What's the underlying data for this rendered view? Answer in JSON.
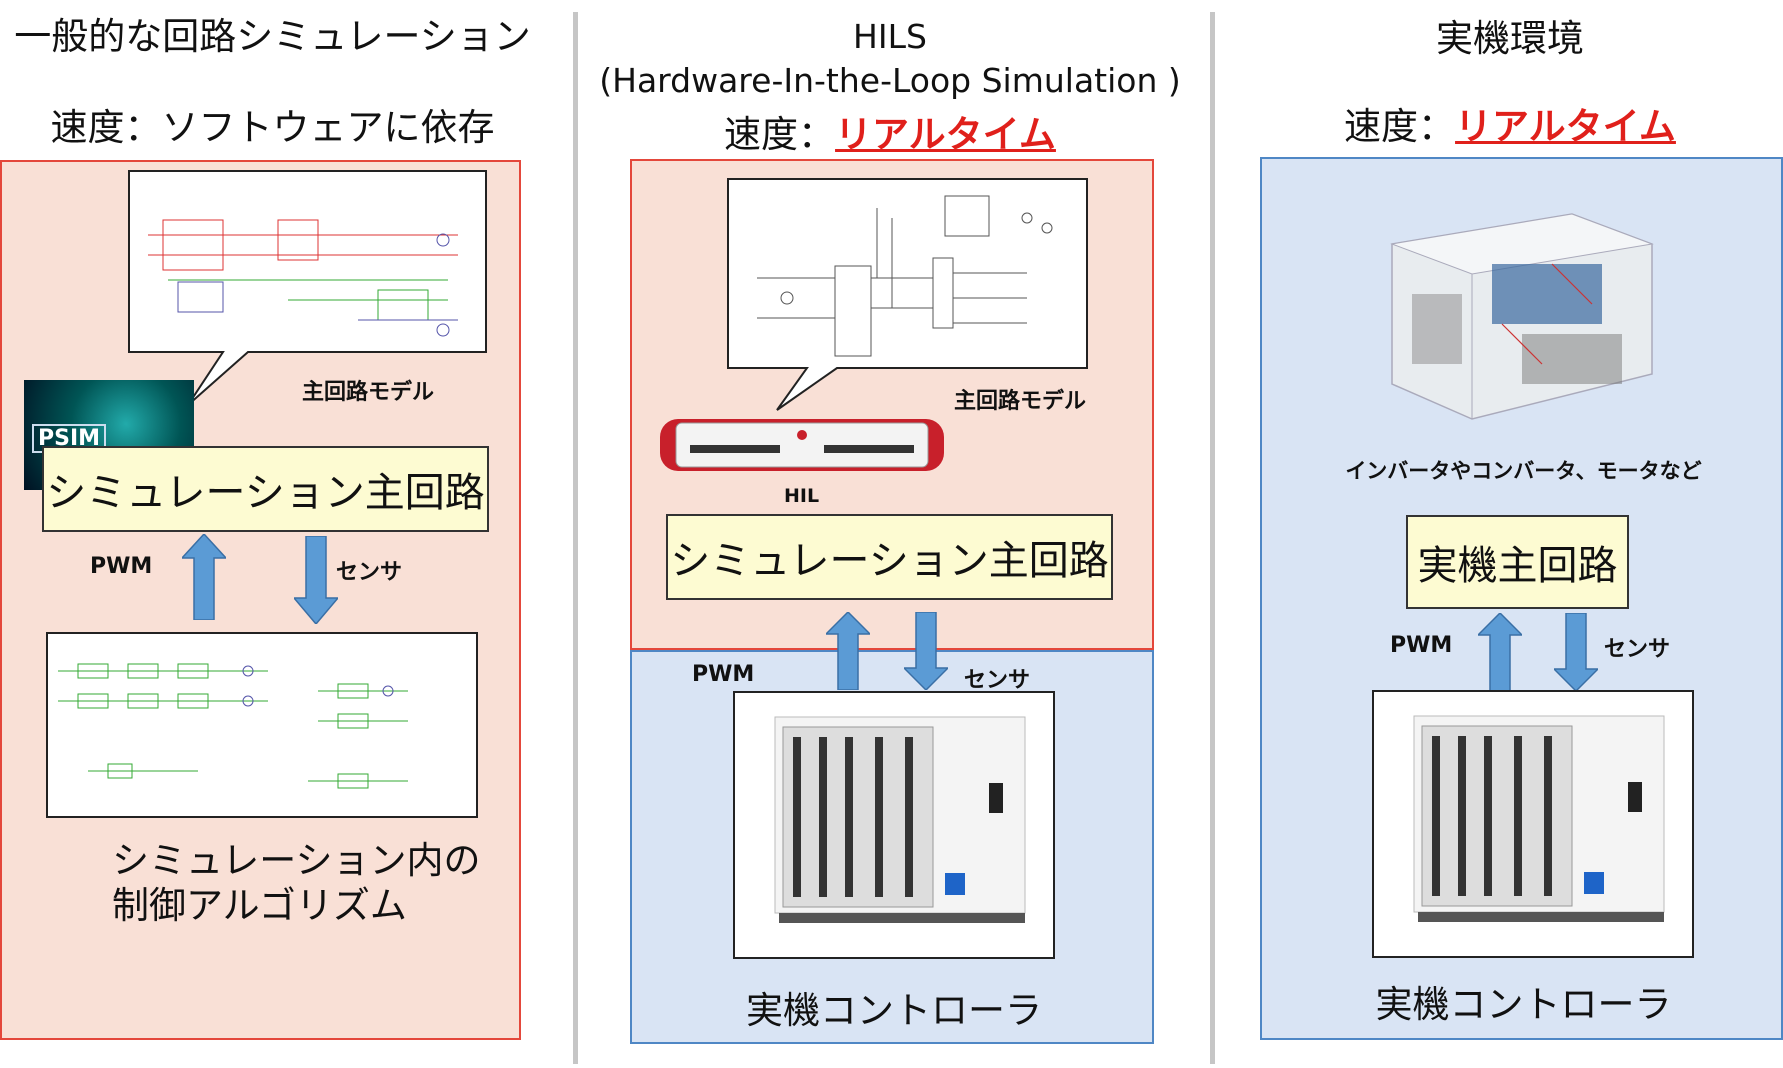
{
  "columns": [
    {
      "title": "一般的な回路シミュレーション",
      "speed_label": "速度：",
      "speed_value": "ソフトウェアに依存",
      "model_label": "主回路モデル",
      "logo_text": "PSIM",
      "main_circuit": "シミュレーション主回路",
      "pwm_label": "PWM",
      "sensor_label": "センサ",
      "control_label_line1": "シミュレーション内の",
      "control_label_line2": "制御アルゴリズム"
    },
    {
      "title_line1": "HILS",
      "title_line2": "(Hardware-In-the-Loop Simulation )",
      "speed_label": "速度：",
      "speed_value": "リアルタイム",
      "model_label": "主回路モデル",
      "hil_label": "HIL",
      "main_circuit": "シミュレーション主回路",
      "pwm_label": "PWM",
      "sensor_label": "センサ",
      "controller_label": "実機コントローラ"
    },
    {
      "title": "実機環境",
      "speed_label": "速度：",
      "speed_value": "リアルタイム",
      "hardware_caption": "インバータやコンバータ、モータなど",
      "main_circuit": "実機主回路",
      "pwm_label": "PWM",
      "sensor_label": "センサ",
      "controller_label": "実機コントローラ"
    }
  ],
  "colors": {
    "realtime": "#e0201b",
    "pink_panel": "#f9e0d6",
    "pink_border": "#e4473b",
    "blue_panel": "#d9e4f4",
    "blue_border": "#4f87c5",
    "yellow_box": "#fdfbd2",
    "arrow": "#5b9bd5"
  },
  "icons": {
    "up_arrow": "up-arrow-icon",
    "down_arrow": "down-arrow-icon"
  }
}
